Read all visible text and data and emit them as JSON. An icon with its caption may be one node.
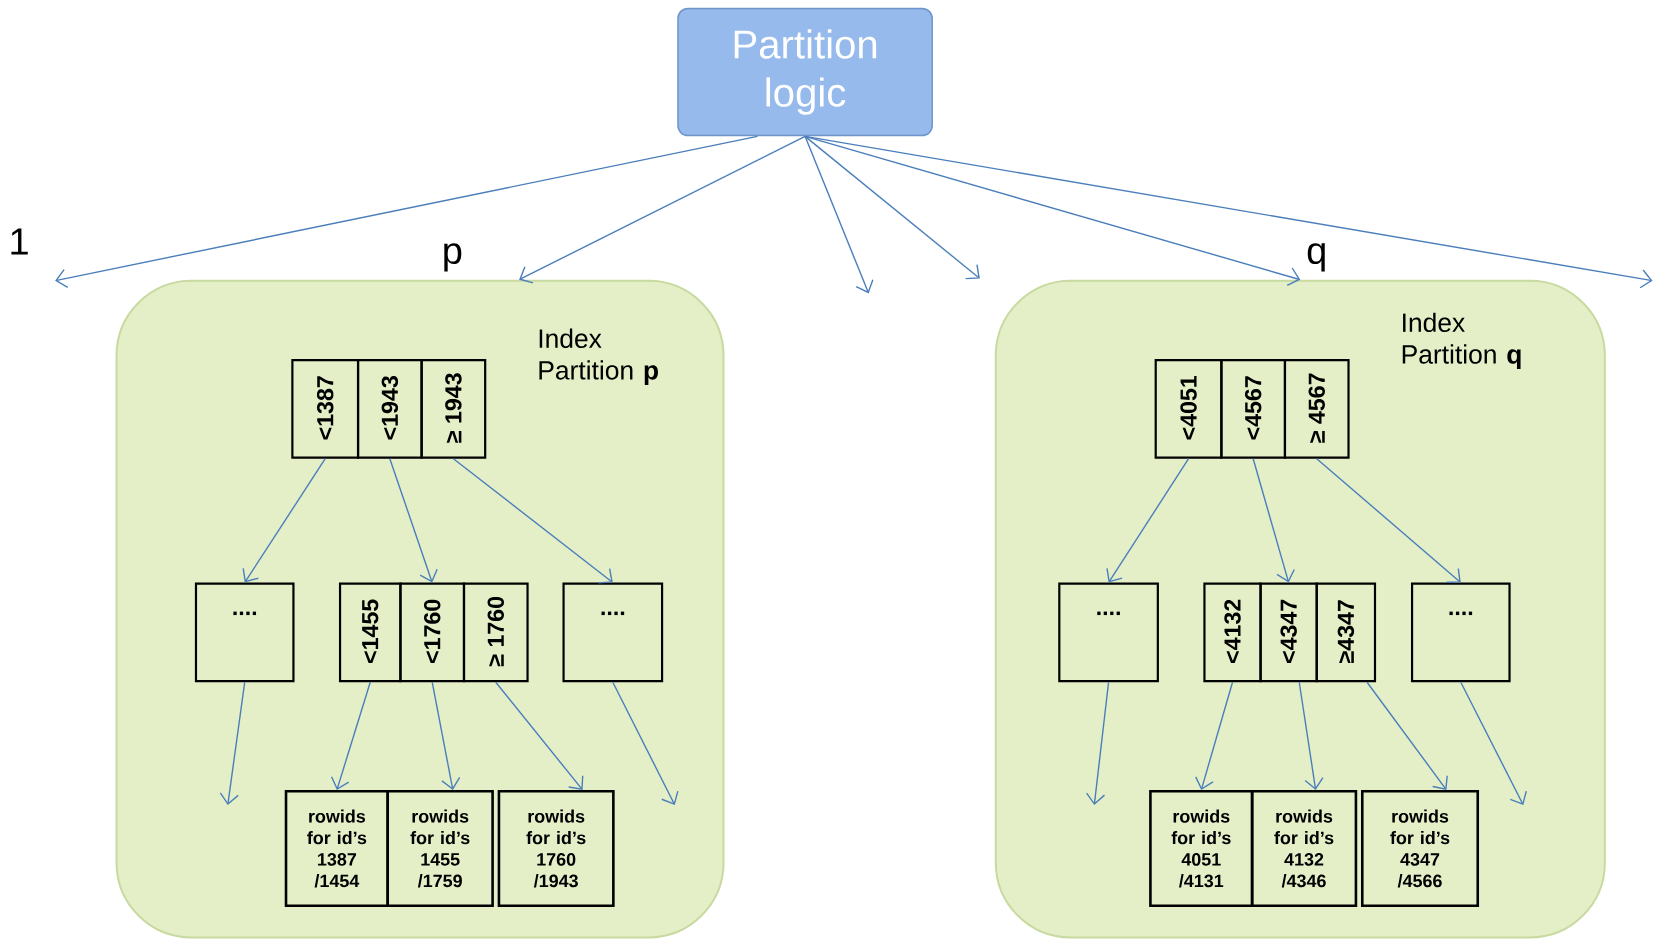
{
  "diagram": {
    "nodes": [
      {
        "text": [
          "Partition logic"
        ]
      },
      {
        "text": [
          "p",
          "Index Partition **p**"
        ]
      },
      {
        "text": [
          "<1387"
        ],
        "in": 1
      },
      {
        "text": [
          "<1943"
        ],
        "in": 1
      },
      {
        "text": [
          "≥ 1943"
        ],
        "in": 1
      },
      {
        "text": [
          "...."
        ],
        "in": 1
      },
      {
        "text": [
          "<1455"
        ],
        "in": 1
      },
      {
        "text": [
          "<1760"
        ],
        "in": 1
      },
      {
        "text": [
          "≥ 1760"
        ],
        "in": 1
      },
      {
        "text": [
          "...."
        ],
        "in": 1
      },
      {
        "text": [
          "rowids for id’s 1387 /1454"
        ],
        "in": 1
      },
      {
        "text": [
          "rowids for id’s 1455 /1759"
        ],
        "in": 1
      },
      {
        "text": [
          "rowids for id’s 1760 /1943"
        ],
        "in": 1
      },
      {
        "text": [
          "q",
          "Index Partition **q**"
        ]
      },
      {
        "text": [
          "<4051"
        ],
        "in": 13
      },
      {
        "text": [
          "<4567"
        ],
        "in": 13
      },
      {
        "text": [
          "≥ 4567"
        ],
        "in": 13
      },
      {
        "text": [
          "...."
        ],
        "in": 13
      },
      {
        "text": [
          "<4132"
        ],
        "in": 13
      },
      {
        "text": [
          "<4347"
        ],
        "in": 13
      },
      {
        "text": [
          "≥4347"
        ],
        "in": 13
      },
      {
        "text": [
          "...."
        ],
        "in": 13
      },
      {
        "text": [
          "rowids for id’s 4051 /4131"
        ],
        "in": 13
      },
      {
        "text": [
          "rowids for id’s 4132 /4346"
        ],
        "in": 13
      },
      {
        "text": [
          "rowids for id’s 4347 /4566"
        ],
        "in": 13
      }
    ],
    "edges": [
      {
        "from": 0,
        "to": null,
        "arrow": "to"
      },
      {
        "from": 0,
        "to": 1,
        "arrow": "to"
      },
      {
        "from": 0,
        "to": null,
        "arrow": "to"
      },
      {
        "from": 0,
        "to": null,
        "arrow": "to"
      },
      {
        "from": 0,
        "to": 13,
        "arrow": "to"
      },
      {
        "from": 0,
        "to": null,
        "arrow": "to"
      },
      {
        "from": 2,
        "to": 5,
        "arrow": "to"
      },
      {
        "from": 3,
        "to": 7,
        "arrow": "to"
      },
      {
        "from": 4,
        "to": 9,
        "arrow": "to"
      },
      {
        "from": 5,
        "to": null,
        "arrow": "to"
      },
      {
        "from": 6,
        "to": 10,
        "arrow": "to"
      },
      {
        "from": 7,
        "to": 11,
        "arrow": "to"
      },
      {
        "from": 8,
        "to": 12,
        "arrow": "to"
      },
      {
        "from": 9,
        "to": null,
        "arrow": "to"
      },
      {
        "from": 14,
        "to": 17,
        "arrow": "to"
      },
      {
        "from": 15,
        "to": 19,
        "arrow": "to"
      },
      {
        "from": 16,
        "to": 21,
        "arrow": "to"
      },
      {
        "from": 17,
        "to": null,
        "arrow": "to"
      },
      {
        "from": 18,
        "to": 22,
        "arrow": "to"
      },
      {
        "from": 19,
        "to": 23,
        "arrow": "to"
      },
      {
        "from": 20,
        "to": 24,
        "arrow": "to"
      },
      {
        "from": 21,
        "to": null,
        "arrow": "to"
      }
    ],
    "labels": [
      "1"
    ]
  }
}
